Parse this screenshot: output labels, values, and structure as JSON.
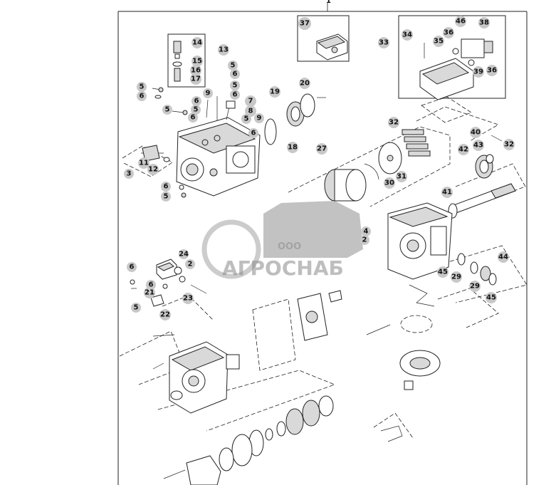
{
  "sheet": {
    "top_index": "1"
  },
  "watermark": {
    "company_form": "ООО",
    "brand": "АГРОСНАБ"
  },
  "callouts": [
    {
      "id": "c14",
      "n": "14"
    },
    {
      "id": "c13",
      "n": "13"
    },
    {
      "id": "c15",
      "n": "15"
    },
    {
      "id": "c16",
      "n": "16"
    },
    {
      "id": "c17",
      "n": "17"
    },
    {
      "id": "c5a",
      "n": "5"
    },
    {
      "id": "c6a",
      "n": "6"
    },
    {
      "id": "c5b",
      "n": "5"
    },
    {
      "id": "c6b",
      "n": "6"
    },
    {
      "id": "c5c",
      "n": "5"
    },
    {
      "id": "c6c",
      "n": "6"
    },
    {
      "id": "c9a",
      "n": "9"
    },
    {
      "id": "c6d",
      "n": "6"
    },
    {
      "id": "c5d",
      "n": "5"
    },
    {
      "id": "c5e",
      "n": "5"
    },
    {
      "id": "c6e",
      "n": "6"
    },
    {
      "id": "c7",
      "n": "7"
    },
    {
      "id": "c8",
      "n": "8"
    },
    {
      "id": "c5f",
      "n": "5"
    },
    {
      "id": "c6f",
      "n": "6"
    },
    {
      "id": "c9b",
      "n": "9"
    },
    {
      "id": "c3",
      "n": "3"
    },
    {
      "id": "c11",
      "n": "11"
    },
    {
      "id": "c12",
      "n": "12"
    },
    {
      "id": "c6g",
      "n": "6"
    },
    {
      "id": "c5g",
      "n": "5"
    },
    {
      "id": "c37",
      "n": "37"
    },
    {
      "id": "c19",
      "n": "19"
    },
    {
      "id": "c20",
      "n": "20"
    },
    {
      "id": "c18",
      "n": "18"
    },
    {
      "id": "c27",
      "n": "27"
    },
    {
      "id": "c31",
      "n": "31"
    },
    {
      "id": "c30",
      "n": "30"
    },
    {
      "id": "c32a",
      "n": "32"
    },
    {
      "id": "c33",
      "n": "33"
    },
    {
      "id": "c34",
      "n": "34"
    },
    {
      "id": "c36a",
      "n": "36"
    },
    {
      "id": "c35",
      "n": "35"
    },
    {
      "id": "c46",
      "n": "46"
    },
    {
      "id": "c38",
      "n": "38"
    },
    {
      "id": "c39",
      "n": "39"
    },
    {
      "id": "c36b",
      "n": "36"
    },
    {
      "id": "c40",
      "n": "40"
    },
    {
      "id": "c32b",
      "n": "32"
    },
    {
      "id": "c42",
      "n": "42"
    },
    {
      "id": "c43",
      "n": "43"
    },
    {
      "id": "c41",
      "n": "41"
    },
    {
      "id": "c4",
      "n": "4"
    },
    {
      "id": "c2a",
      "n": "2"
    },
    {
      "id": "c44",
      "n": "44"
    },
    {
      "id": "c45a",
      "n": "45"
    },
    {
      "id": "c29a",
      "n": "29"
    },
    {
      "id": "c29b",
      "n": "29"
    },
    {
      "id": "c45b",
      "n": "45"
    },
    {
      "id": "c24",
      "n": "24"
    },
    {
      "id": "c2b",
      "n": "2"
    },
    {
      "id": "c6h",
      "n": "6"
    },
    {
      "id": "c6i",
      "n": "6"
    },
    {
      "id": "c21",
      "n": "21"
    },
    {
      "id": "c5h",
      "n": "5"
    },
    {
      "id": "c23",
      "n": "23"
    },
    {
      "id": "c22",
      "n": "22"
    }
  ]
}
